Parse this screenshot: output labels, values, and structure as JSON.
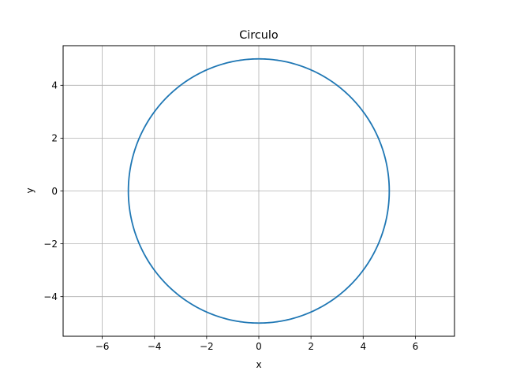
{
  "chart_data": {
    "type": "line",
    "title": "Circulo",
    "xlabel": "x",
    "ylabel": "y",
    "xlim": [
      -7.5,
      7.5
    ],
    "ylim": [
      -5.5,
      5.5
    ],
    "xticks": [
      -6,
      -4,
      -2,
      0,
      2,
      4,
      6
    ],
    "yticks": [
      -4,
      -2,
      0,
      2,
      4
    ],
    "xtick_labels": [
      "−6",
      "−4",
      "−2",
      "0",
      "2",
      "4",
      "6"
    ],
    "ytick_labels": [
      "−4",
      "−2",
      "0",
      "2",
      "4"
    ],
    "grid": true,
    "series": [
      {
        "color": "#1f77b4",
        "shape": "circle",
        "center": [
          0,
          0
        ],
        "radius": 5
      }
    ]
  },
  "colors": {
    "line": "#1f77b4",
    "grid": "#b0b0b0",
    "axes": "#000000"
  }
}
